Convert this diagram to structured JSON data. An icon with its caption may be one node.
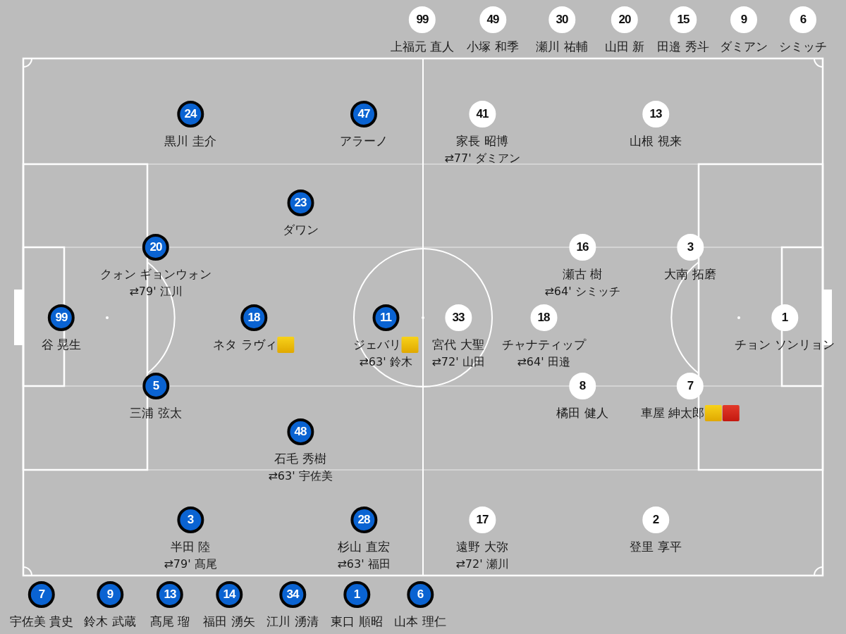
{
  "diagram": {
    "nodes": [
      {
        "text": [
          "99",
          "上福元 直人"
        ]
      },
      {
        "text": [
          "49",
          "小塚 和季"
        ]
      },
      {
        "text": [
          "30",
          "瀬川 祐輔"
        ]
      },
      {
        "text": [
          "20",
          "山田 新"
        ]
      },
      {
        "text": [
          "15",
          "田邉 秀斗"
        ]
      },
      {
        "text": [
          "9",
          "ダミアン"
        ]
      },
      {
        "text": [
          "6",
          "シミッチ"
        ]
      },
      {
        "text": [
          "24",
          "黒川 圭介"
        ]
      },
      {
        "text": [
          "47",
          "アラーノ"
        ]
      },
      {
        "text": [
          "41",
          "家長 昭博",
          "⇄77' ダミアン"
        ]
      },
      {
        "text": [
          "13",
          "山根 視来"
        ]
      },
      {
        "text": [
          "23",
          "ダワン"
        ]
      },
      {
        "text": [
          "20",
          "クォン ギョンウォン",
          "⇄79' 江川"
        ]
      },
      {
        "text": [
          "16",
          "瀬古 樹",
          "⇄64' シミッチ"
        ]
      },
      {
        "text": [
          "3",
          "大南 拓磨"
        ]
      },
      {
        "text": [
          "99",
          "谷 晃生"
        ]
      },
      {
        "text": [
          "18",
          "ネタ ラヴィ"
        ]
      },
      {
        "text": [
          "11",
          "ジェバリ",
          "⇄63' 鈴木"
        ]
      },
      {
        "text": [
          "33",
          "宮代 大聖",
          "⇄72' 山田"
        ]
      },
      {
        "text": [
          "18",
          "チャナティップ",
          "⇄64' 田邉"
        ]
      },
      {
        "text": [
          "1",
          "チョン ソンリョン"
        ]
      },
      {
        "text": [
          "5",
          "三浦 弦太"
        ]
      },
      {
        "text": [
          "8",
          "橘田 健人"
        ]
      },
      {
        "text": [
          "7",
          "車屋 紳太郎"
        ]
      },
      {
        "text": [
          "48",
          "石毛 秀樹",
          "⇄63' 宇佐美"
        ]
      },
      {
        "text": [
          "3",
          "半田 陸",
          "⇄79' 髙尾"
        ]
      },
      {
        "text": [
          "28",
          "杉山 直宏",
          "⇄63' 福田"
        ]
      },
      {
        "text": [
          "17",
          "遠野 大弥",
          "⇄72' 瀬川"
        ]
      },
      {
        "text": [
          "2",
          "登里 享平"
        ]
      },
      {
        "text": [
          "7",
          "宇佐美 貴史"
        ]
      },
      {
        "text": [
          "9",
          "鈴木 武蔵"
        ]
      },
      {
        "text": [
          "13",
          "髙尾 瑠"
        ]
      },
      {
        "text": [
          "14",
          "福田 湧矢"
        ]
      },
      {
        "text": [
          "34",
          "江川 湧清"
        ]
      },
      {
        "text": [
          "1",
          "東口 順昭"
        ]
      },
      {
        "text": [
          "6",
          "山本 理仁"
        ]
      }
    ]
  }
}
